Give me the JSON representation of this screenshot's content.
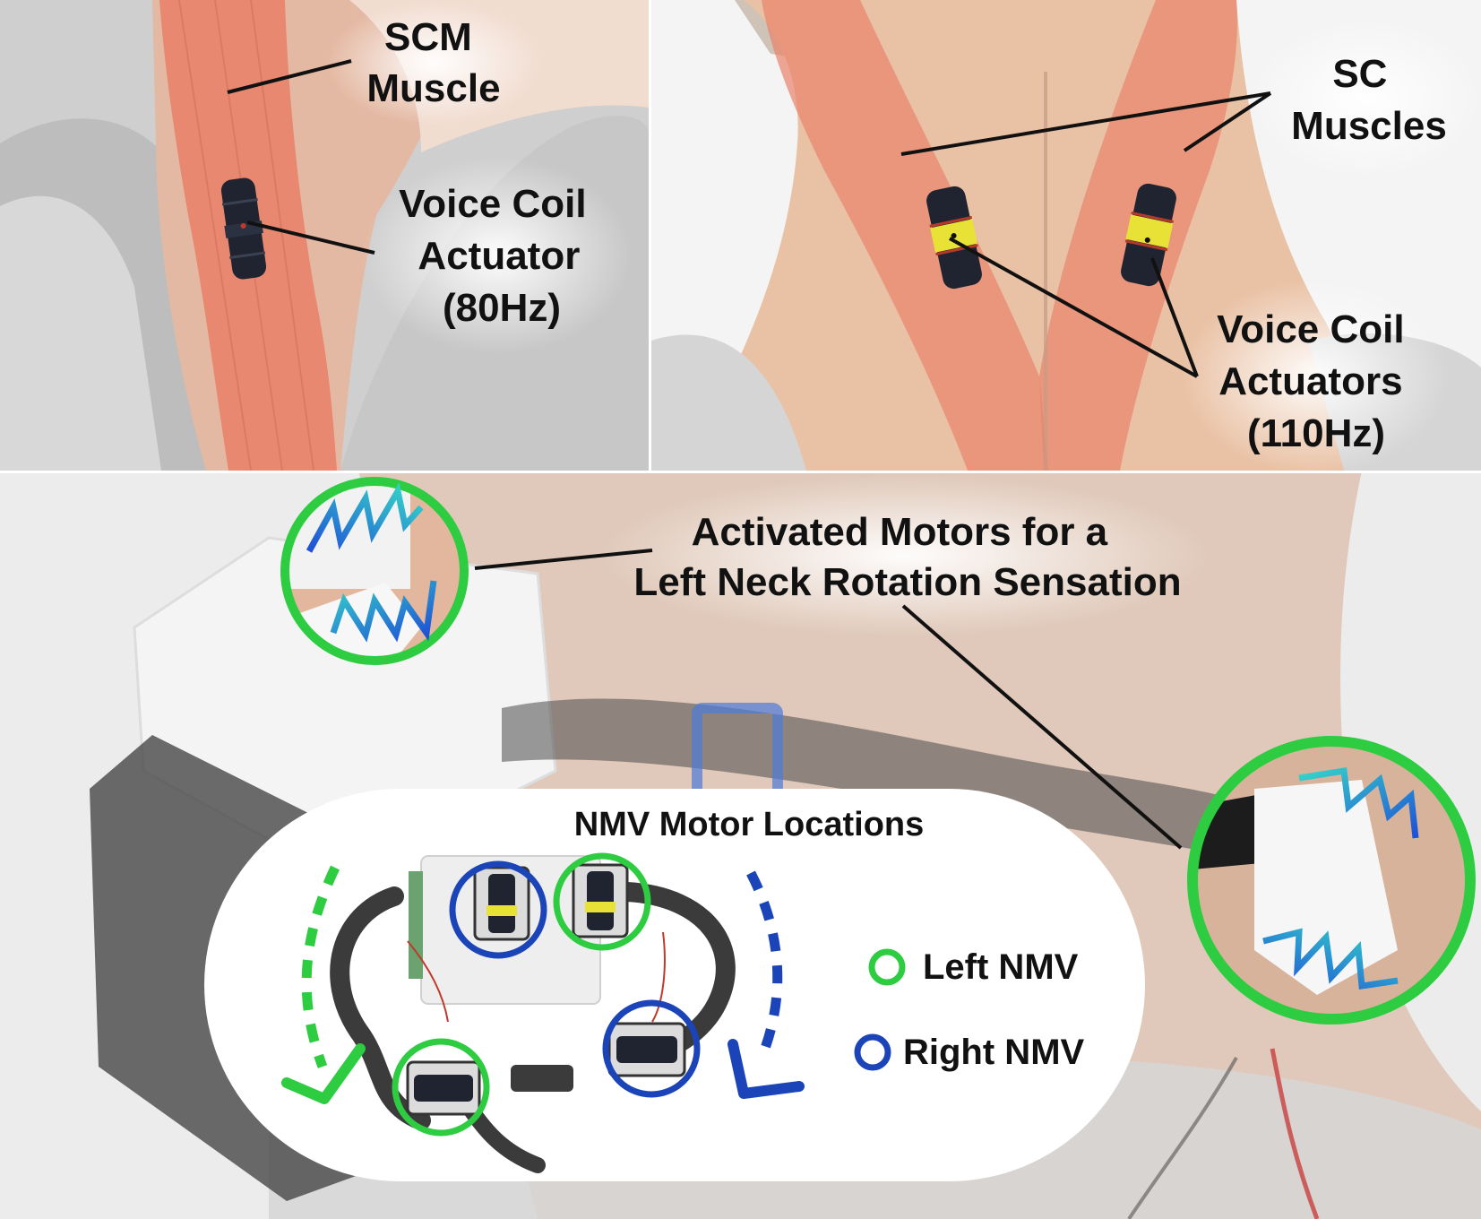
{
  "panels": {
    "front": {
      "muscle_label": [
        "SCM",
        "Muscle"
      ],
      "actuator_label": [
        "Voice Coil",
        "Actuator",
        "(80Hz)"
      ]
    },
    "back": {
      "muscle_label": [
        "SC",
        "Muscles"
      ],
      "actuator_label": [
        "Voice Coil",
        "Actuators",
        "(110Hz)"
      ]
    },
    "bottom": {
      "callout_label": [
        "Activated Motors for a",
        "Left Neck Rotation Sensation"
      ]
    }
  },
  "inset": {
    "title": "NMV Motor Locations",
    "legend": [
      {
        "label": "Left NMV",
        "color": "#2ecc40"
      },
      {
        "label": "Right NMV",
        "color": "#1a44b8"
      }
    ]
  },
  "icons": [
    "vibration-wave-icon",
    "left-rotation-arrow-icon",
    "right-rotation-arrow-icon"
  ],
  "colors": {
    "left_nmv": "#2ecc40",
    "right_nmv": "#1a44b8",
    "muscle": "#e8836b",
    "skin": "#e9c1a4",
    "hoodie": "#d9d9d9",
    "wave_start": "#1f4fd6",
    "wave_end": "#36d6c9"
  }
}
